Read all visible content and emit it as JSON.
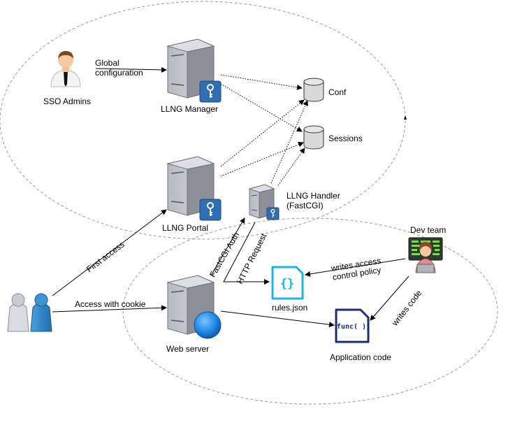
{
  "nodes": {
    "sso_admins": "SSO Admins",
    "llng_manager": "LLNG Manager",
    "llng_portal": "LLNG Portal",
    "llng_handler": "LLNG Handler\n(FastCGI)",
    "conf": "Conf",
    "sessions": "Sessions",
    "dev_team": "Dev team",
    "rules_json": "rules.json",
    "web_server": "Web server",
    "application_code": "Application code",
    "func_icon_text": "func( )",
    "rules_icon_text": "{}"
  },
  "edges": {
    "global_configuration": "Global\nconfiguration",
    "first_access": "First access",
    "access_with_cookie": "Access with cookie",
    "fastcgi_auth": "FastCGI Auth",
    "http_request": "HTTP Request",
    "writes_access_control_policy": "writes access\ncontrol policy",
    "writes_code": "writes code"
  },
  "colors": {
    "server_body": "#c7c9d0",
    "server_dark": "#8e9099",
    "key_badge": "#2f6db5",
    "globe": "#1e88e5",
    "json_icon": "#1ab5e8",
    "func_icon": "#1a2c7a",
    "db_fill": "#d9d9d9",
    "zone_dash": "#9a9a9a",
    "users": "#2d8ac8"
  },
  "icons": [
    "server-icon",
    "key-icon",
    "globe-icon",
    "database-icon",
    "admin-user-icon",
    "users-icon",
    "developer-icon",
    "json-file-icon",
    "code-file-icon"
  ]
}
